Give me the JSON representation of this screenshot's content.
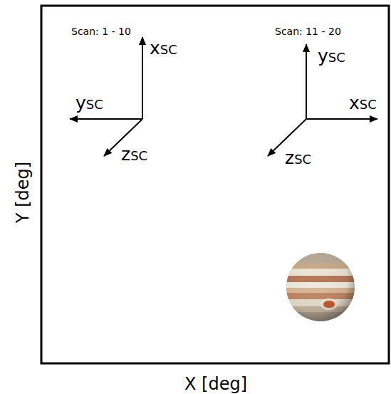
{
  "diagram": {
    "labels": [
      "Scan: 1 - 10",
      "Scan: 11 - 20",
      "xSC",
      "ySC",
      "zSC",
      "ySC",
      "xSC",
      "zSC",
      "Y [deg]",
      "X [deg]"
    ]
  }
}
